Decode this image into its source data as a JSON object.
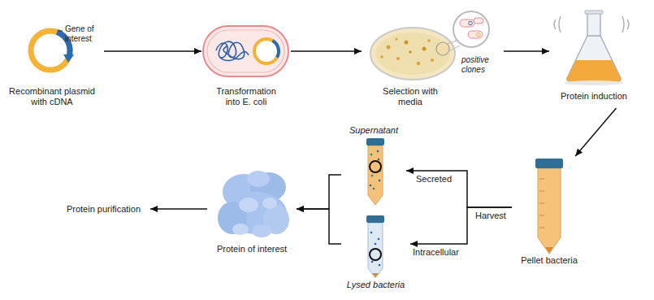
{
  "diagram": {
    "nodes": [
      {
        "text": [
          "Recombinant plasmid with cDNA"
        ]
      },
      {
        "text": [
          "Transformation into E. coli"
        ]
      },
      {
        "text": [
          "Selection with media"
        ]
      },
      {
        "text": [
          "Protein induction"
        ]
      },
      {
        "text": [
          "Pellet bacteria"
        ]
      },
      {
        "text": [
          "Supernatant"
        ]
      },
      {
        "text": [
          "Lysed bacteria"
        ]
      },
      {
        "text": [
          "Protein of interest"
        ]
      },
      {
        "text": [
          "Protein purification"
        ]
      }
    ],
    "edges": [
      {
        "from": 0,
        "to": 1,
        "arrow": "to"
      },
      {
        "from": 1,
        "to": 2,
        "arrow": "to"
      },
      {
        "from": 2,
        "to": 3,
        "arrow": "to"
      },
      {
        "from": 3,
        "to": 4,
        "arrow": "to"
      },
      {
        "from": 4,
        "to": 5,
        "label": "Secreted",
        "arrow": "to"
      },
      {
        "from": 4,
        "to": 6,
        "label": "Intracellular",
        "arrow": "to"
      },
      {
        "from": 5,
        "to": 7,
        "arrow": "to"
      },
      {
        "from": 6,
        "to": 7,
        "arrow": "to"
      },
      {
        "from": 7,
        "to": 8,
        "arrow": "to"
      }
    ],
    "labels": [
      "Gene of interest",
      "positive clones",
      "Harvest"
    ]
  }
}
